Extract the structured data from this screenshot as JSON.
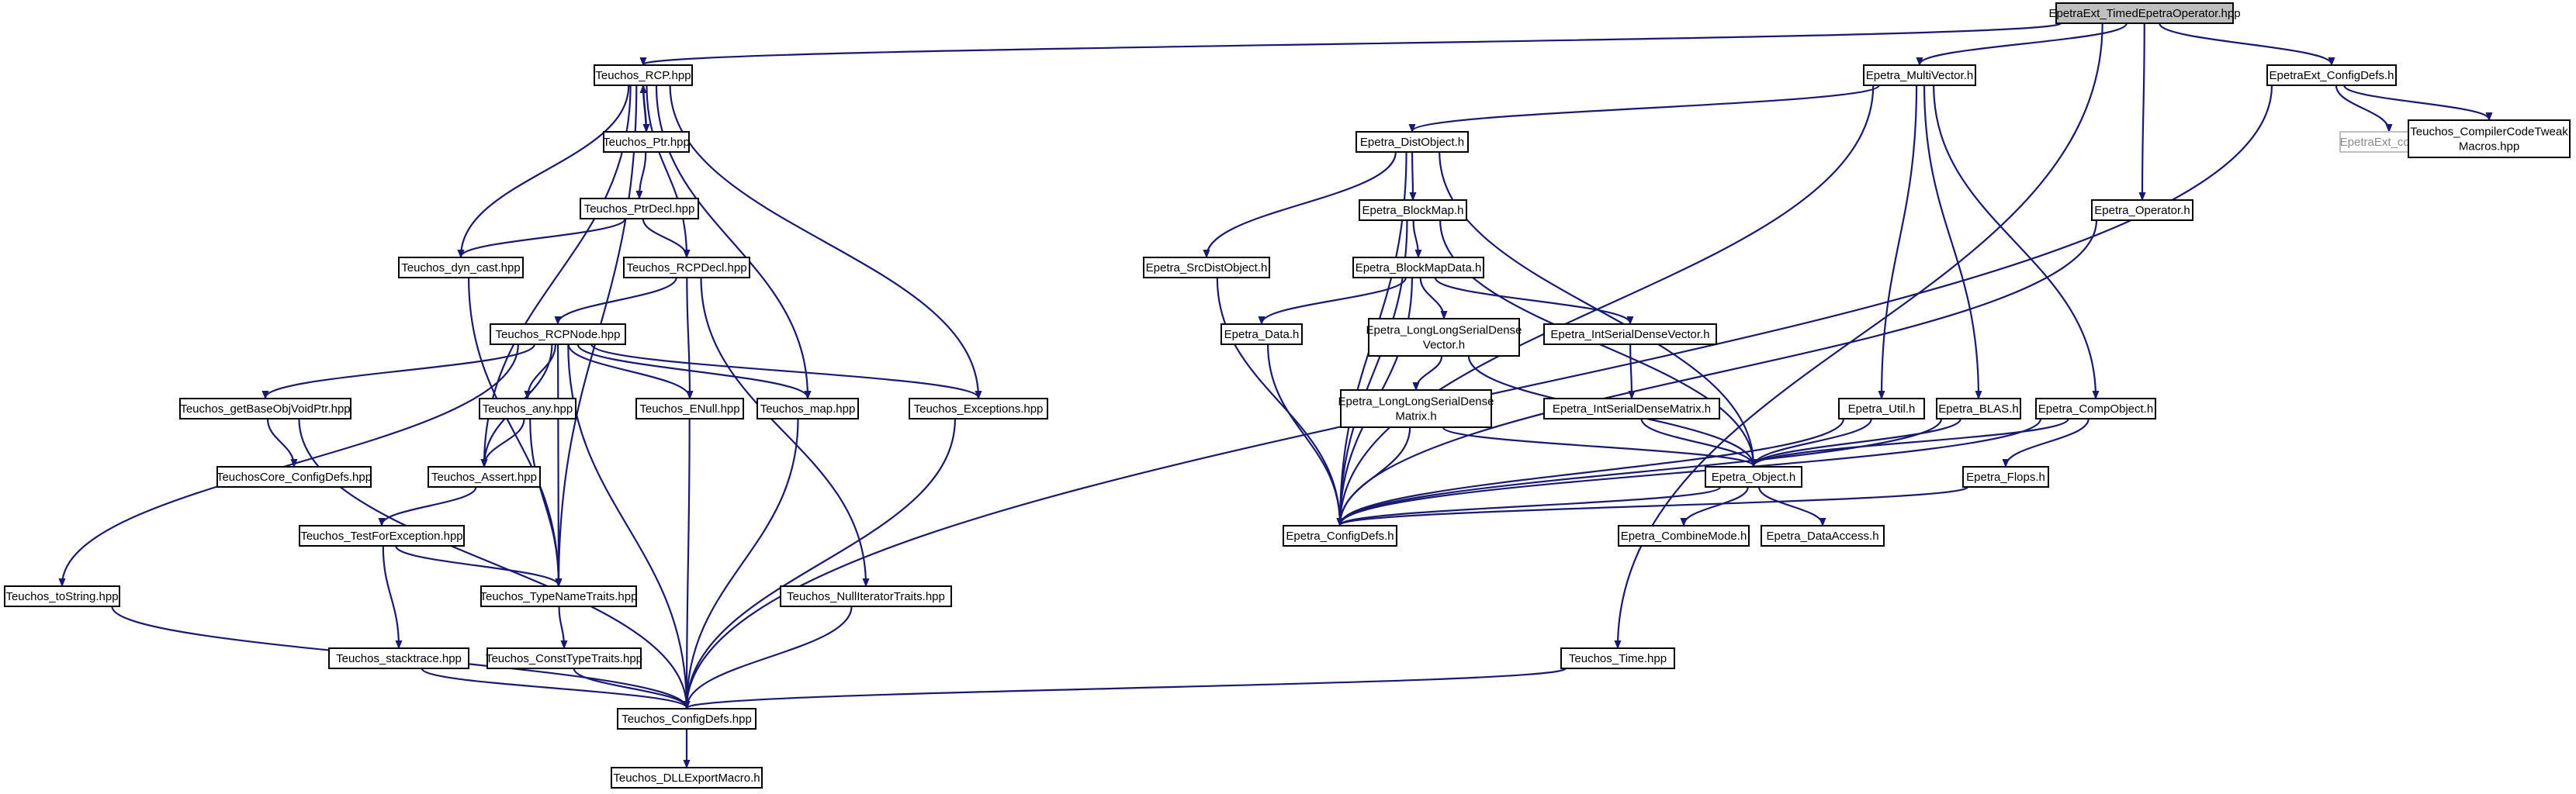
{
  "graph": {
    "root": "EpetraExt_TimedEpetraOperator.hpp",
    "colors": {
      "edge": "#191970",
      "node_border": "#000000",
      "root_fill": "#bfbfbf",
      "missing_border": "#bfbfbf"
    },
    "nodes": [
      {
        "id": "root",
        "lines": [
          "EpetraExt_TimedEpetraOperator.hpp"
        ]
      },
      {
        "id": "rcp_hpp",
        "lines": [
          "Teuchos_RCP.hpp"
        ]
      },
      {
        "id": "multivector",
        "lines": [
          "Epetra_MultiVector.h"
        ]
      },
      {
        "id": "ext_configdefs",
        "lines": [
          "EpetraExt_ConfigDefs.h"
        ]
      },
      {
        "id": "ext_config",
        "lines": [
          "EpetraExt_config.h"
        ]
      },
      {
        "id": "compiler_tweak",
        "lines": [
          "Teuchos_CompilerCodeTweak",
          "Macros.hpp"
        ]
      },
      {
        "id": "ptr",
        "lines": [
          "Teuchos_Ptr.hpp"
        ]
      },
      {
        "id": "ptrdecl",
        "lines": [
          "Teuchos_PtrDecl.hpp"
        ]
      },
      {
        "id": "dyncast",
        "lines": [
          "Teuchos_dyn_cast.hpp"
        ]
      },
      {
        "id": "rcpdecl",
        "lines": [
          "Teuchos_RCPDecl.hpp"
        ]
      },
      {
        "id": "rcpnode",
        "lines": [
          "Teuchos_RCPNode.hpp"
        ]
      },
      {
        "id": "getbase",
        "lines": [
          "Teuchos_getBaseObjVoidPtr.hpp"
        ]
      },
      {
        "id": "any",
        "lines": [
          "Teuchos_any.hpp"
        ]
      },
      {
        "id": "enull",
        "lines": [
          "Teuchos_ENull.hpp"
        ]
      },
      {
        "id": "map",
        "lines": [
          "Teuchos_map.hpp"
        ]
      },
      {
        "id": "exceptions",
        "lines": [
          "Teuchos_Exceptions.hpp"
        ]
      },
      {
        "id": "core_configdefs",
        "lines": [
          "TeuchosCore_ConfigDefs.hpp"
        ]
      },
      {
        "id": "assert",
        "lines": [
          "Teuchos_Assert.hpp"
        ]
      },
      {
        "id": "testforexc",
        "lines": [
          "Teuchos_TestForException.hpp"
        ]
      },
      {
        "id": "typename",
        "lines": [
          "Teuchos_TypeNameTraits.hpp"
        ]
      },
      {
        "id": "tostring",
        "lines": [
          "Teuchos_toString.hpp"
        ]
      },
      {
        "id": "nulliter",
        "lines": [
          "Teuchos_NullIteratorTraits.hpp"
        ]
      },
      {
        "id": "stacktrace",
        "lines": [
          "Teuchos_stacktrace.hpp"
        ]
      },
      {
        "id": "consttype",
        "lines": [
          "Teuchos_ConstTypeTraits.hpp"
        ]
      },
      {
        "id": "teuchos_configdefs",
        "lines": [
          "Teuchos_ConfigDefs.hpp"
        ]
      },
      {
        "id": "dllexport",
        "lines": [
          "Teuchos_DLLExportMacro.h"
        ]
      },
      {
        "id": "distobject",
        "lines": [
          "Epetra_DistObject.h"
        ]
      },
      {
        "id": "blockmap",
        "lines": [
          "Epetra_BlockMap.h"
        ]
      },
      {
        "id": "srcdist",
        "lines": [
          "Epetra_SrcDistObject.h"
        ]
      },
      {
        "id": "blockmapdata",
        "lines": [
          "Epetra_BlockMapData.h"
        ]
      },
      {
        "id": "edata",
        "lines": [
          "Epetra_Data.h"
        ]
      },
      {
        "id": "llsdv",
        "lines": [
          "Epetra_LongLongSerialDense",
          "Vector.h"
        ]
      },
      {
        "id": "llsdm",
        "lines": [
          "Epetra_LongLongSerialDense",
          "Matrix.h"
        ]
      },
      {
        "id": "intsdv",
        "lines": [
          "Epetra_IntSerialDenseVector.h"
        ]
      },
      {
        "id": "intsdm",
        "lines": [
          "Epetra_IntSerialDenseMatrix.h"
        ]
      },
      {
        "id": "eutil",
        "lines": [
          "Epetra_Util.h"
        ]
      },
      {
        "id": "eblas",
        "lines": [
          "Epetra_BLAS.h"
        ]
      },
      {
        "id": "compobject",
        "lines": [
          "Epetra_CompObject.h"
        ]
      },
      {
        "id": "eoperator",
        "lines": [
          "Epetra_Operator.h"
        ]
      },
      {
        "id": "eobject",
        "lines": [
          "Epetra_Object.h"
        ]
      },
      {
        "id": "eflops",
        "lines": [
          "Epetra_Flops.h"
        ]
      },
      {
        "id": "e_configdefs",
        "lines": [
          "Epetra_ConfigDefs.h"
        ]
      },
      {
        "id": "combinemode",
        "lines": [
          "Epetra_CombineMode.h"
        ]
      },
      {
        "id": "dataaccess",
        "lines": [
          "Epetra_DataAccess.h"
        ]
      },
      {
        "id": "ttime",
        "lines": [
          "Teuchos_Time.hpp"
        ]
      }
    ]
  }
}
